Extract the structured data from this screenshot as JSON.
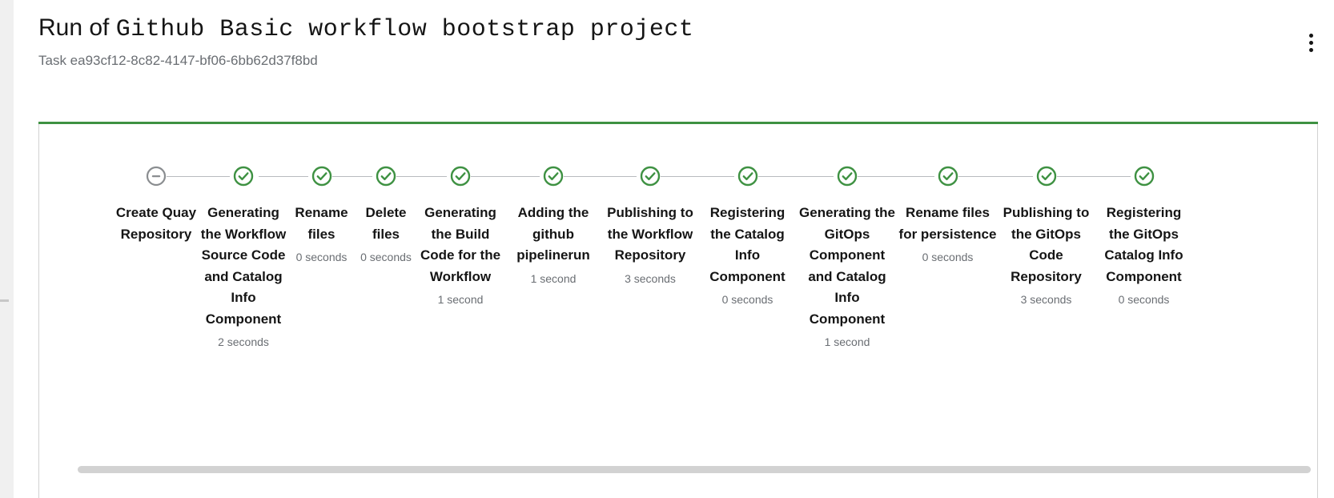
{
  "header": {
    "title_prefix": "Run of ",
    "title_name": "Github Basic workflow bootstrap project",
    "subtitle": "Task ea93cf12-8c82-4147-bf06-6bb62d37f8bd",
    "kebab_icon": "kebab-vertical-icon"
  },
  "colors": {
    "accent_success": "#3e9142",
    "accent_success_border": "#3e9142",
    "pending_gray": "#8a8d90",
    "connector": "#b8bbbe",
    "text_primary": "#151515",
    "text_secondary": "#6a6e73",
    "card_border": "#d2d2d2",
    "scrollbar_thumb": "#d2d2d2"
  },
  "stepper": {
    "steps": [
      {
        "index": 1,
        "label": "Create Quay Repository",
        "duration": "",
        "status": "skipped",
        "icon": "minus-circle-icon",
        "width": 108,
        "connector_width": 0
      },
      {
        "index": 2,
        "label": "Generating the Workflow Source Code and Catalog Info Component",
        "duration": "2 seconds",
        "status": "success",
        "icon": "check-circle-icon",
        "width": 110,
        "connector_width": 86
      },
      {
        "index": 3,
        "label": "Rename files",
        "duration": "0 seconds",
        "status": "success",
        "icon": "check-circle-icon",
        "width": 85,
        "connector_width": 62
      },
      {
        "index": 4,
        "label": "Delete files",
        "duration": "0 seconds",
        "status": "success",
        "icon": "check-circle-icon",
        "width": 76,
        "connector_width": 53
      },
      {
        "index": 5,
        "label": "Generating the Build Code for the Workflow",
        "duration": "1 second",
        "status": "success",
        "icon": "check-circle-icon",
        "width": 110,
        "connector_width": 87
      },
      {
        "index": 6,
        "label": "Adding the github pipelinerun",
        "duration": "1 second",
        "status": "success",
        "icon": "check-circle-icon",
        "width": 122,
        "connector_width": 99
      },
      {
        "index": 7,
        "label": "Publishing to the Workflow Repository",
        "duration": "3 seconds",
        "status": "success",
        "icon": "check-circle-icon",
        "width": 120,
        "connector_width": 97
      },
      {
        "index": 8,
        "label": "Registering the Catalog Info Component",
        "duration": "0 seconds",
        "status": "success",
        "icon": "check-circle-icon",
        "width": 123,
        "connector_width": 100
      },
      {
        "index": 9,
        "label": "Generating the GitOps Component and Catalog Info Component",
        "duration": "1 second",
        "status": "success",
        "icon": "check-circle-icon",
        "width": 126,
        "connector_width": 103
      },
      {
        "index": 10,
        "label": "Rename files for persistence",
        "duration": "0 seconds",
        "status": "success",
        "icon": "check-circle-icon",
        "width": 125,
        "connector_width": 102
      },
      {
        "index": 11,
        "label": "Publishing to the GitOps Code Repository",
        "duration": "3 seconds",
        "status": "success",
        "icon": "check-circle-icon",
        "width": 121,
        "connector_width": 98
      },
      {
        "index": 12,
        "label": "Registering the GitOps Catalog Info Component",
        "duration": "0 seconds",
        "status": "success",
        "icon": "check-circle-icon",
        "width": 123,
        "connector_width": 100
      }
    ]
  },
  "scrollbar": {
    "name": "horizontal-scrollbar"
  }
}
